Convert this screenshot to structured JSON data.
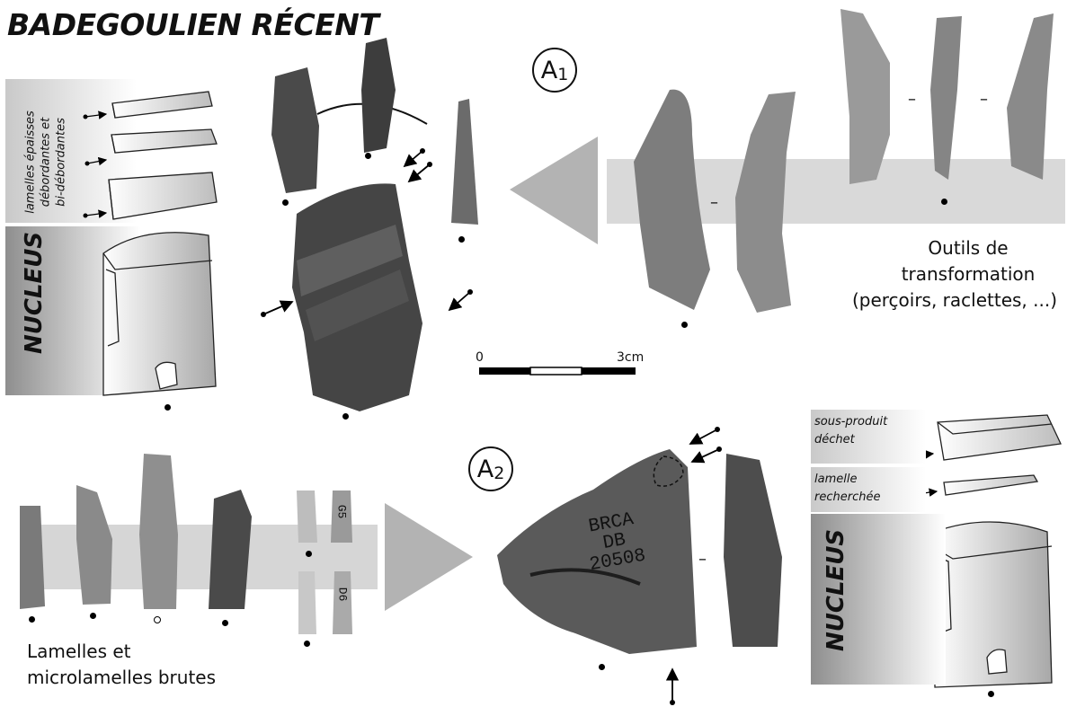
{
  "title": "BADEGOULIEN RÉCENT",
  "labels": {
    "a1_letter": "A",
    "a1_sub": "1",
    "a2_letter": "A",
    "a2_sub": "2"
  },
  "top_left_panel": {
    "stack_text_line1": "lamelles épaisses",
    "stack_text_line2": "débordantes et",
    "stack_text_line3": "bi-débordantes",
    "nucleus": "NUCLEUS"
  },
  "bottom_right_panel": {
    "byproduct_line1": "sous-produit",
    "byproduct_line2": "déchet",
    "target_line1": "lamelle",
    "target_line2": "recherchée",
    "nucleus": "NUCLEUS"
  },
  "captions": {
    "tools_line1": "Outils de",
    "tools_line2": "transformation",
    "tools_line3": "(perçoirs, raclettes, ...)",
    "bladelets_line1": "Lamelles et",
    "bladelets_line2": "microlamelles brutes",
    "view_separator": "–"
  },
  "scale_bar": {
    "start_label": "0",
    "end_label": "3cm"
  },
  "artifact_inscriptions": {
    "core_marking_line1": "BRCA",
    "core_marking_line2": "DB",
    "core_marking_line3": "20508",
    "small_piece_mark_1": "G5",
    "small_piece_mark_2": "D6"
  },
  "colors": {
    "flint_dark": "#3e3e3e",
    "flint_mid": "#777777",
    "flint_light": "#b5b5b5",
    "band": "#d6d6d6",
    "arrow_gray": "#b3b3b3"
  }
}
